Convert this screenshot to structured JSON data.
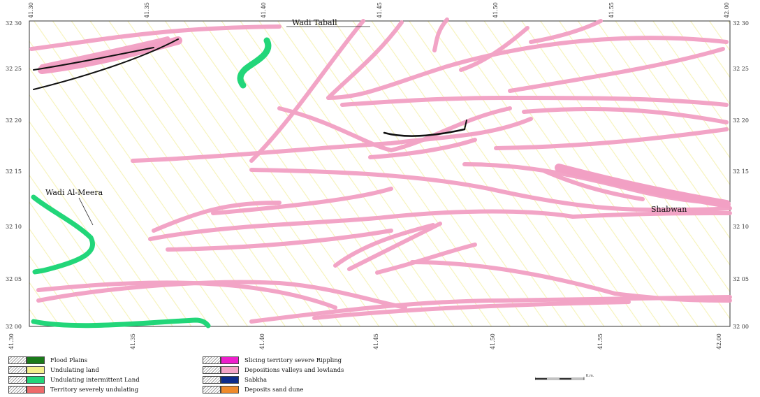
{
  "map": {
    "places": {
      "wadi_taball": "Wadi Taball",
      "wadi_al_meera": "Wadi Al-Meera",
      "shabwan": "Shabwan"
    },
    "lon_ticks": [
      "41.30",
      "41.35",
      "41.40",
      "41.45",
      "41.50",
      "41.55",
      "42.00"
    ],
    "lat_ticks": [
      "32 30",
      "32 25",
      "32 20",
      "32 15",
      "32 10",
      "32 05",
      "32 00"
    ]
  },
  "legend": {
    "items": [
      {
        "label": "Flood Plains",
        "color": "#1a7a1a"
      },
      {
        "label": "Undulating land",
        "color": "#f3f08c"
      },
      {
        "label": "Undulating intermittent Land",
        "color": "#22d679"
      },
      {
        "label": "Territory severely undulating",
        "color": "#ee6b6b"
      },
      {
        "label": "Slicing territory severe Rippling",
        "color": "#ee1ecc"
      },
      {
        "label": "Depositions valleys and lowlands",
        "color": "#f4a6c8"
      },
      {
        "label": "Sabkha",
        "color": "#0d2b8a"
      },
      {
        "label": "Deposits sand dune",
        "color": "#ef8a2b"
      }
    ]
  },
  "scale": {
    "unit": "K.m."
  }
}
